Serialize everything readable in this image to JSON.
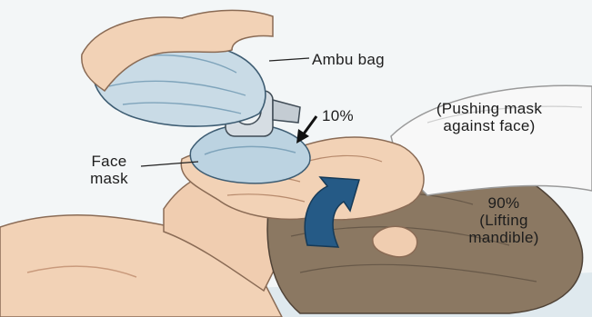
{
  "labels": {
    "ambu_bag": "Ambu bag",
    "ten_percent": "10%",
    "pushing_line1": "(Pushing mask",
    "pushing_line2": "against face)",
    "face_mask_line1": "Face",
    "face_mask_line2": "mask",
    "ninety_line1": "90%",
    "ninety_line2": "(Lifting",
    "ninety_line3": "mandible)"
  },
  "colors": {
    "skin": "#f2d2b6",
    "skin_shadow": "#d9a98a",
    "hair": "#7b6a58",
    "bag": "#c9dbe6",
    "bag_dark": "#7fa4bb",
    "arrow": "#255a86",
    "sleeve": "#f7f7f7",
    "background": "#eef2f3"
  }
}
